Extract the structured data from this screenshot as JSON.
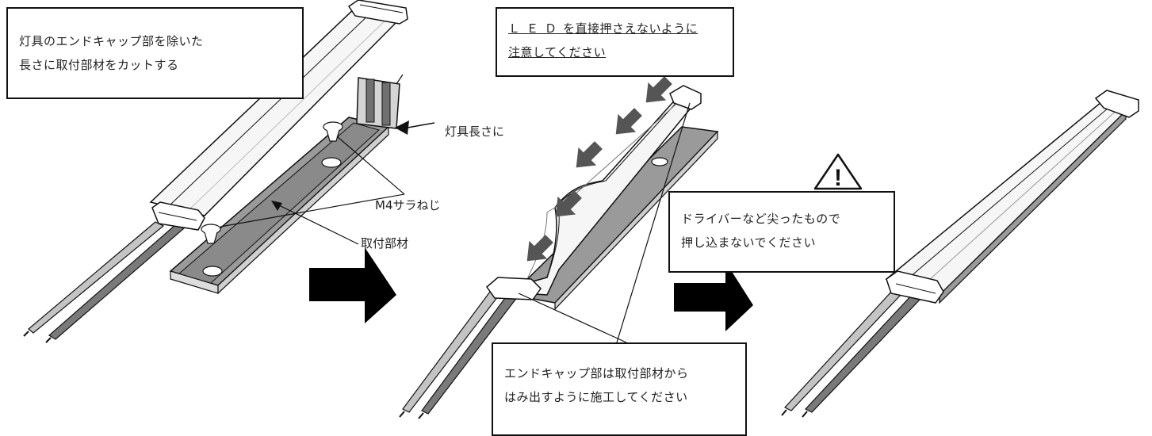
{
  "notes": {
    "cut": {
      "line1": "灯具のエンドキャップ部を除いた",
      "line2": "長さに取付部材をカットする"
    },
    "led": {
      "line1_wide": "ＬＥＤ",
      "line1_rest": "を直接押さえないように",
      "line2": "注意してください"
    },
    "driver": {
      "line1": "ドライバーなど尖ったもので",
      "line2": "押し込まないでください"
    },
    "endcap": {
      "line1": "エンドキャップ部は取付部材から",
      "line2": "はみ出すように施工してください"
    }
  },
  "labels": {
    "length": "灯具長さに",
    "screw": "M4サラねじ",
    "mount": "取付部材"
  },
  "warning_symbol": "!",
  "colors": {
    "outline": "#111111",
    "light_body": "#f4f4f4",
    "rail_inner": "#8c8c8c",
    "push_arrow": "#555555",
    "step_arrow": "#000000",
    "cable_light": "#bdbdbd",
    "cable_dark": "#7a7a7a"
  }
}
